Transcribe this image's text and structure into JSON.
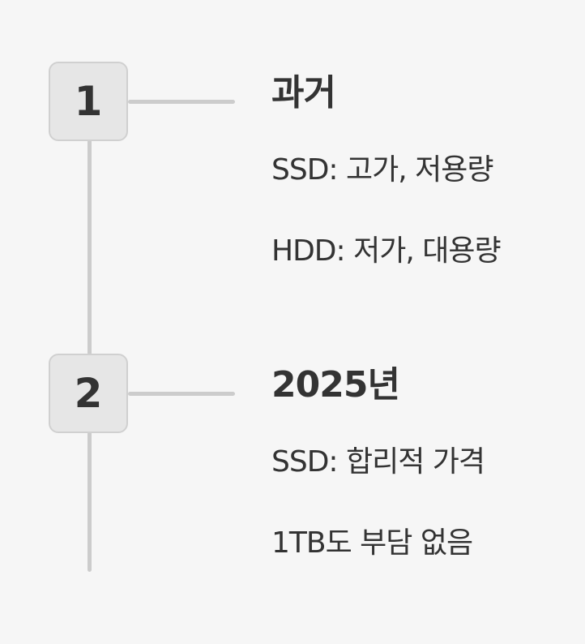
{
  "steps": [
    {
      "number": "1",
      "title": "과거",
      "lines": [
        "SSD: 고가, 저용량",
        "HDD: 저가, 대용량"
      ]
    },
    {
      "number": "2",
      "title": "2025년",
      "lines": [
        "SSD: 합리적 가격",
        "1TB도 부담 없음"
      ]
    }
  ],
  "colors": {
    "background": "#f6f6f6",
    "box_fill": "#e6e6e6",
    "box_border": "#d0d0d0",
    "line": "#cccccc",
    "text": "#333333"
  }
}
